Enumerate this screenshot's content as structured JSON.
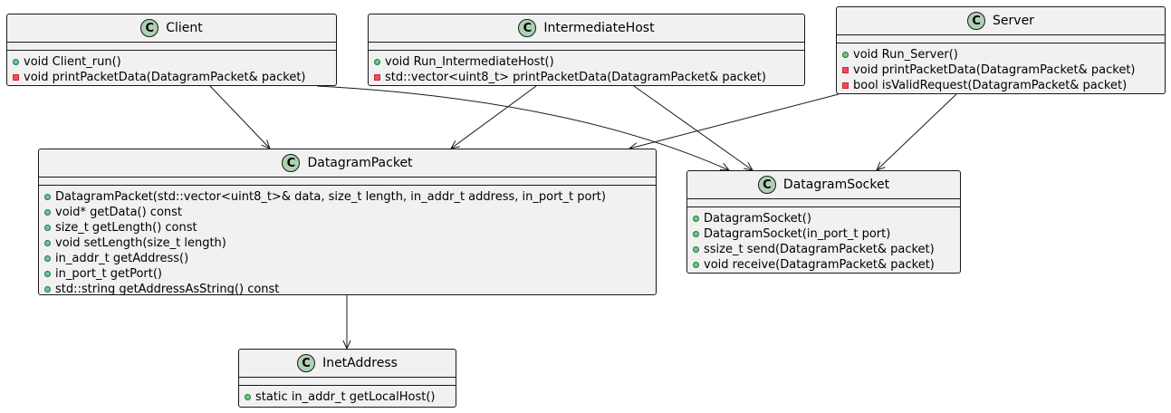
{
  "classes": {
    "client": {
      "icon": "C",
      "name": "Client",
      "methods": [
        {
          "visibility": "public",
          "text": "void Client_run()"
        },
        {
          "visibility": "private",
          "text": "void printPacketData(DatagramPacket& packet)"
        }
      ]
    },
    "intermediate_host": {
      "icon": "C",
      "name": "IntermediateHost",
      "methods": [
        {
          "visibility": "public",
          "text": "void Run_IntermediateHost()"
        },
        {
          "visibility": "private",
          "text": "std::vector<uint8_t> printPacketData(DatagramPacket& packet)"
        }
      ]
    },
    "server": {
      "icon": "C",
      "name": "Server",
      "methods": [
        {
          "visibility": "public",
          "text": "void Run_Server()"
        },
        {
          "visibility": "private",
          "text": "void printPacketData(DatagramPacket& packet)"
        },
        {
          "visibility": "private",
          "text": "bool isValidRequest(DatagramPacket& packet)"
        }
      ]
    },
    "datagram_packet": {
      "icon": "C",
      "name": "DatagramPacket",
      "methods": [
        {
          "visibility": "public",
          "text": "DatagramPacket(std::vector<uint8_t>& data, size_t length, in_addr_t address, in_port_t port)"
        },
        {
          "visibility": "public",
          "text": "void* getData() const"
        },
        {
          "visibility": "public",
          "text": "size_t getLength() const"
        },
        {
          "visibility": "public",
          "text": "void setLength(size_t length)"
        },
        {
          "visibility": "public",
          "text": "in_addr_t getAddress()"
        },
        {
          "visibility": "public",
          "text": "in_port_t getPort()"
        },
        {
          "visibility": "public",
          "text": "std::string getAddressAsString() const"
        }
      ]
    },
    "datagram_socket": {
      "icon": "C",
      "name": "DatagramSocket",
      "methods": [
        {
          "visibility": "public",
          "text": "DatagramSocket()"
        },
        {
          "visibility": "public",
          "text": "DatagramSocket(in_port_t port)"
        },
        {
          "visibility": "public",
          "text": "ssize_t send(DatagramPacket& packet)"
        },
        {
          "visibility": "public",
          "text": "void receive(DatagramPacket& packet)"
        }
      ]
    },
    "inet_address": {
      "icon": "C",
      "name": "InetAddress",
      "methods": [
        {
          "visibility": "public",
          "text": "static in_addr_t getLocalHost()"
        }
      ]
    }
  },
  "relations": [
    {
      "from": "Client",
      "to": "DatagramPacket"
    },
    {
      "from": "Client",
      "to": "DatagramSocket"
    },
    {
      "from": "IntermediateHost",
      "to": "DatagramPacket"
    },
    {
      "from": "IntermediateHost",
      "to": "DatagramSocket"
    },
    {
      "from": "Server",
      "to": "DatagramPacket"
    },
    {
      "from": "Server",
      "to": "DatagramSocket"
    },
    {
      "from": "DatagramPacket",
      "to": "InetAddress"
    }
  ],
  "colors": {
    "class_fill": "#f1f1f1",
    "class_border": "#181818",
    "class_icon_fill": "#add1b2",
    "public_marker": "#84be84",
    "private_marker": "#f24d5c",
    "arrow": "#181818"
  }
}
